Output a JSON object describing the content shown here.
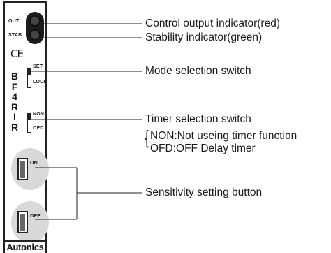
{
  "device": {
    "led_labels": {
      "out": "OUT",
      "stab": "STAB"
    },
    "ce_mark": "CE",
    "model_letters": [
      "B",
      "F",
      "4",
      "R",
      "I",
      "R"
    ],
    "mode_switch": {
      "top": "SET",
      "bottom": "LOCK"
    },
    "timer_switch": {
      "top": "NON",
      "bottom": "OFD"
    },
    "buttons": {
      "on": "ON",
      "off": "OFF"
    },
    "brand": "Autonics",
    "colors": {
      "body_outline": "#222222",
      "button_pad": "#d9d9d9"
    }
  },
  "callouts": {
    "control_output": "Control output indicator(red)",
    "stability": "Stability indicator(green)",
    "mode_selection": "Mode selection switch",
    "timer_selection": "Timer selection switch",
    "timer_non": "NON:Not useing timer function",
    "timer_ofd": "OFD:OFF Delay timer",
    "sensitivity": "Sensitivity setting button"
  }
}
